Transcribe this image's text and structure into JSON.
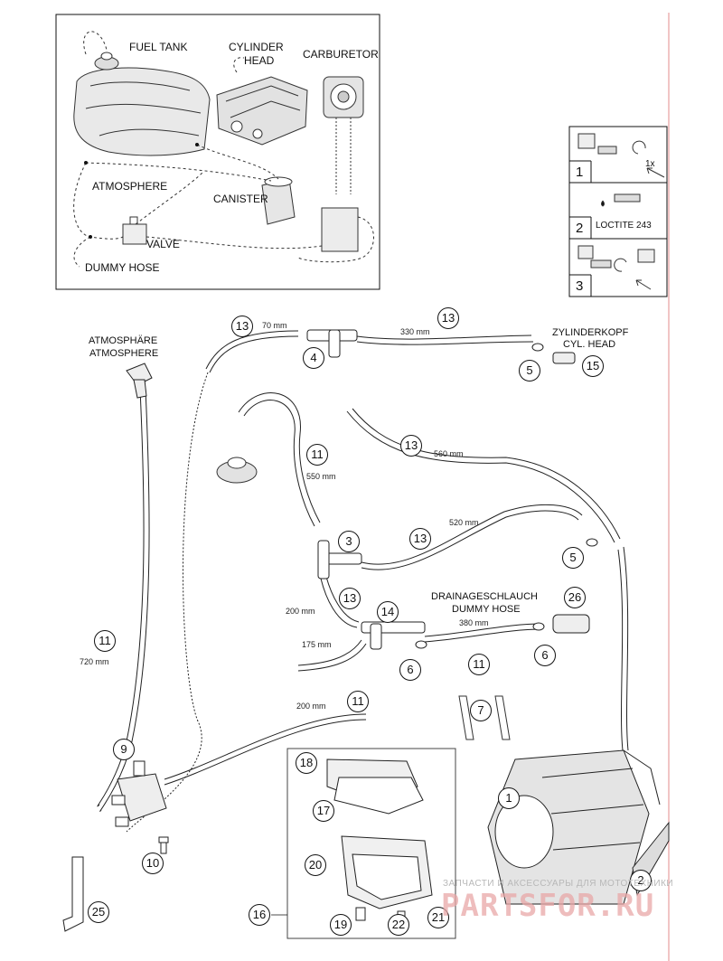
{
  "overview": {
    "fuel_tank": "FUEL TANK",
    "cylinder_head": [
      "CYLINDER",
      "HEAD"
    ],
    "carburetor": "CARBURETOR",
    "atmosphere": "ATMOSPHERE",
    "canister": "CANISTER",
    "valve": "VALVE",
    "dummy_hose": "DUMMY HOSE"
  },
  "legend": [
    {
      "num": "1",
      "text": "1x"
    },
    {
      "num": "2",
      "text": "LOCTITE 243"
    },
    {
      "num": "3",
      "text": ""
    }
  ],
  "labels": {
    "atmosphaere": "ATMOSPHÄRE",
    "atmosphere": "ATMOSPHERE",
    "zylinderkopf": "ZYLINDERKOPF",
    "cyl_head": "CYL. HEAD",
    "drainage": "DRAINAGESCHLAUCH",
    "dummy_hose": "DUMMY HOSE"
  },
  "dimensions": [
    "70 mm",
    "330 mm",
    "560 mm",
    "550 mm",
    "520 mm",
    "200 mm",
    "175 mm",
    "380 mm",
    "200 mm",
    "720 mm"
  ],
  "callouts": [
    "13",
    "13",
    "4",
    "5",
    "15",
    "13",
    "11",
    "3",
    "13",
    "5",
    "13",
    "14",
    "26",
    "6",
    "11",
    "6",
    "7",
    "11",
    "11",
    "9",
    "10",
    "18",
    "17",
    "20",
    "16",
    "19",
    "22",
    "21",
    "1",
    "2",
    "25"
  ],
  "watermark": {
    "line1": "ЗАПЧАСТИ И АКСЕССУАРЫ ДЛЯ МОТОТЕХНИКИ",
    "line2": "PARTSFOR.RU"
  }
}
